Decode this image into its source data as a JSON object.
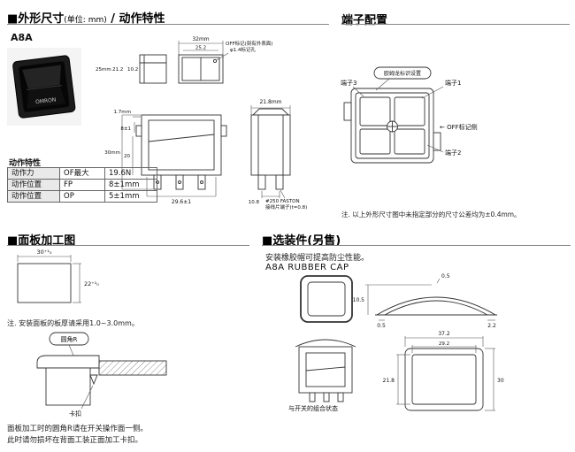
{
  "outline": {
    "title": "■外形尺寸",
    "unit": "(单位: mm)",
    "suffix": "/ 动作特性",
    "model": "A8A",
    "photo_label": "OMRON",
    "dims": {
      "w32": "32mm",
      "w25_2": "25.2",
      "d25": "25mm",
      "d21_2": "21.2",
      "d10_2": "10.2",
      "off_note_1": "OFF标记(刻有外表面)",
      "off_note_2": "φ1.4标记孔",
      "h1_7": "1.7mm",
      "h8": "8±1",
      "h20": "20",
      "h30": "30mm",
      "w29_6": "29.6±1",
      "d21_8": "21.8mm",
      "t10_8": "10.8",
      "faston_1": "#250 FASTON",
      "faston_2": "接线片端子(t=0.8)"
    },
    "table": {
      "caption": "动作特性",
      "rows": [
        {
          "item": "动作力",
          "symbol": "OF最大",
          "value": "19.6N"
        },
        {
          "item": "动作位置",
          "symbol": "FP",
          "value": "8±1mm"
        },
        {
          "item": "动作位置",
          "symbol": "OP",
          "value": "5±1mm"
        }
      ]
    }
  },
  "terminals": {
    "title": "端子配置",
    "t3": "端子3",
    "t1": "端子1",
    "t2": "端子2",
    "brand_face": "欧姆龙标识设置",
    "off_side": "← OFF标记侧",
    "note": "注. 以上外形尺寸图中未指定部分的尺寸公差均为±0.4mm。"
  },
  "panel": {
    "title": "■面板加工图",
    "cut_w": "30⁺¹₀",
    "cut_h": "22⁺¹₀",
    "note": "注. 安装面板的板厚请采用1.0~3.0mm。",
    "corner_label": "圆角R",
    "snap_label": "卡扣",
    "note2": "面板加工时的圆角R请在开关操作面一侧。",
    "note3": "此时请勿损坏在背面工装正面加工卡扣。"
  },
  "optional": {
    "title": "■选装件(另售)",
    "desc": "安装橡胶帽可提高防尘性能。",
    "product": "A8A RUBBER CAP",
    "dims": {
      "h10_5": "10.5",
      "t0_5a": "0.5",
      "t0_5b": "0.5",
      "t2_2": "2.2",
      "w37_2": "37.2",
      "w29_2": "29.2",
      "h21_8": "21.8",
      "h30": "30"
    },
    "combined": "与开关的组合状态"
  }
}
